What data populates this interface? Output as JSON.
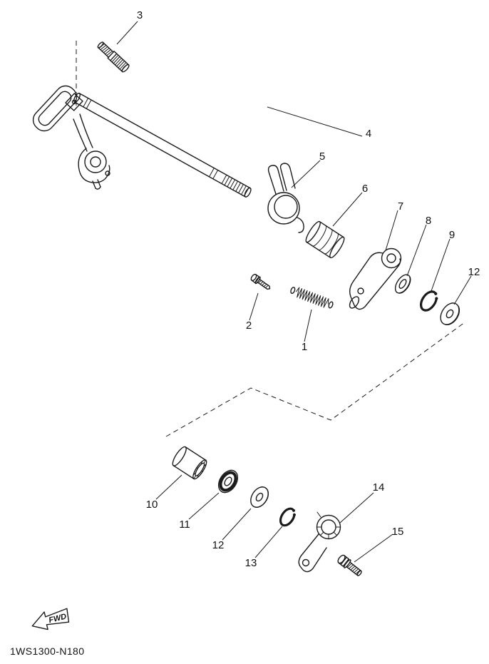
{
  "diagram": {
    "code": "1WS1300-N180",
    "fwd_label": "FWD",
    "callouts": {
      "c1": "1",
      "c2": "2",
      "c3": "3",
      "c4": "4",
      "c5": "5",
      "c6": "6",
      "c7": "7",
      "c8": "8",
      "c9": "9",
      "c10": "10",
      "c11": "11",
      "c12": "12",
      "c13": "13",
      "c14": "14",
      "c15": "15"
    }
  }
}
